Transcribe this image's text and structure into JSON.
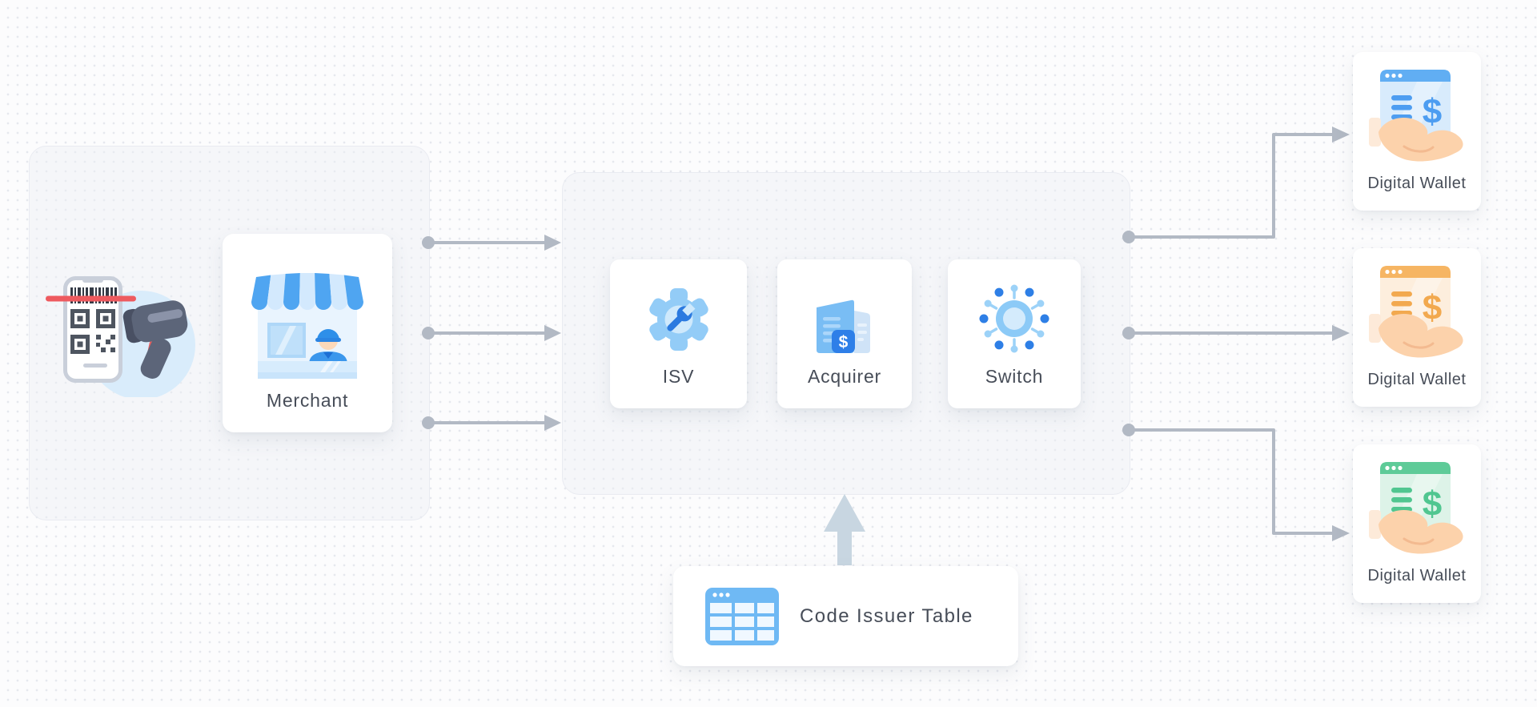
{
  "diagram": {
    "left_group": {
      "scanner_icon": "qr-code-scan-icon",
      "merchant": {
        "label": "Merchant",
        "icon": "storefront-icon"
      }
    },
    "processing_group": {
      "nodes": [
        {
          "label": "ISV",
          "icon": "gear-wrench-icon"
        },
        {
          "label": "Acquirer",
          "icon": "billing-document-icon"
        },
        {
          "label": "Switch",
          "icon": "network-hub-icon"
        }
      ]
    },
    "code_issuer": {
      "label": "Code Issuer Table",
      "icon": "data-table-icon"
    },
    "wallets": [
      {
        "label": "Digital Wallet",
        "theme": "blue",
        "accent": "#61aef3"
      },
      {
        "label": "Digital Wallet",
        "theme": "orange",
        "accent": "#f6b563"
      },
      {
        "label": "Digital Wallet",
        "theme": "green",
        "accent": "#5ecb98"
      }
    ],
    "colors": {
      "connector_gray": "#b2b9c4",
      "big_arrow_blue_gray": "#c8d6e1",
      "label_text": "#474d58",
      "node_blue": "#4fa5f1",
      "scan_laser_red": "#ee5a5f"
    }
  }
}
